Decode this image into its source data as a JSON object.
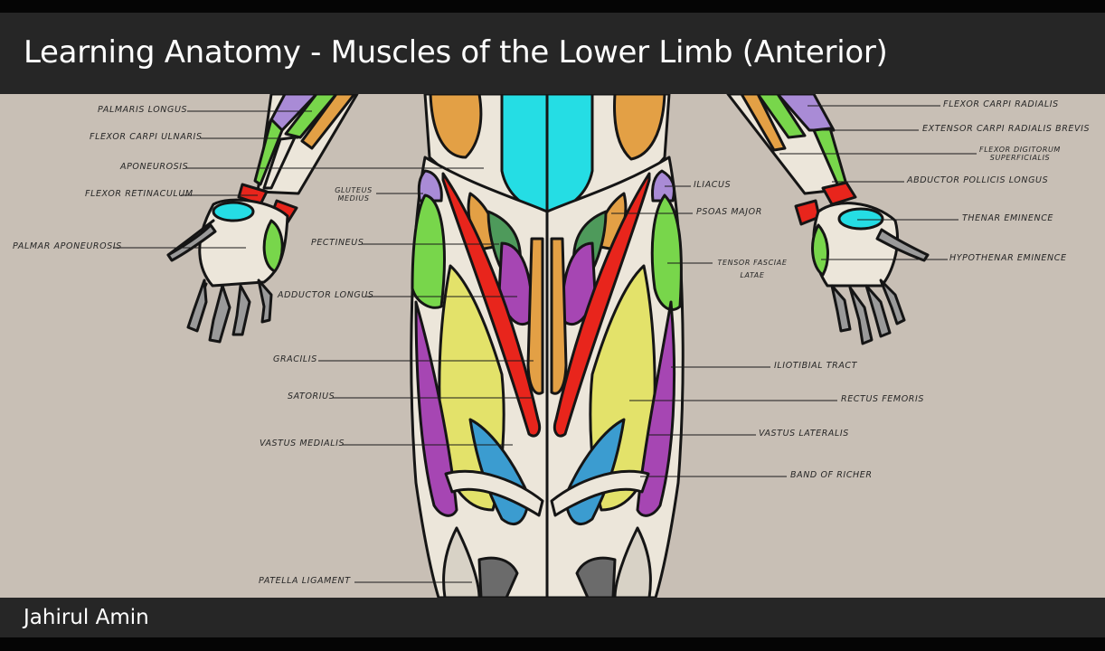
{
  "header": {
    "title": "Learning Anatomy - Muscles of the Lower Limb (Anterior)"
  },
  "footer": {
    "author": "Jahirul Amin"
  },
  "colors": {
    "background": "#c8bfb5",
    "bar": "#262626",
    "orange": "#e3a045",
    "cyan": "#25dde4",
    "red": "#e8251c",
    "green": "#78d64b",
    "purple": "#a646b3",
    "yellow": "#e3e26a",
    "blue": "#3b9cd0",
    "cream": "#ece6da"
  },
  "labels": {
    "palmaris_longus": "PALMARIS LONGUS",
    "flexor_carpi_ulnaris": "FLEXOR CARPI ULNARIS",
    "aponeurosis": "APONEUROSIS",
    "flexor_retinaculum": "FLEXOR RETINACULUM",
    "palmar_aponeurosis": "PALMAR APONEUROSIS",
    "gluteus_medius": "GLUTEUS MEDIUS",
    "pectineus": "PECTINEUS",
    "adductor_longus": "ADDUCTOR LONGUS",
    "gracilis": "GRACILIS",
    "satorius": "SATORIUS",
    "vastus_medialis": "VASTUS MEDIALIS",
    "patella_ligament": "PATELLA LIGAMENT",
    "iliacus": "ILIACUS",
    "psoas_major": "PSOAS MAJOR",
    "tensor_fasciae_latae": "TENSOR FASCIAE LATAE",
    "iliotibial_tract": "ILIOTIBIAL TRACT",
    "rectus_femoris": "RECTUS FEMORIS",
    "vastus_lateralis": "VASTUS LATERALIS",
    "band_of_richer": "BAND OF RICHER",
    "flexor_carpi_radialis": "FLEXOR CARPI RADIALIS",
    "extensor_carpi_radialis_brevis": "EXTENSOR CARPI RADIALIS BREVIS",
    "flexor_digitorum_superficialis": "FLEXOR DIGITORUM SUPERFICIALIS",
    "abductor_pollicis_longus": "ABDUCTOR POLLICIS LONGUS",
    "thenar_eminence": "THENAR EMINENCE",
    "hypothenar_eminence": "HYPOTHENAR EMINENCE"
  }
}
